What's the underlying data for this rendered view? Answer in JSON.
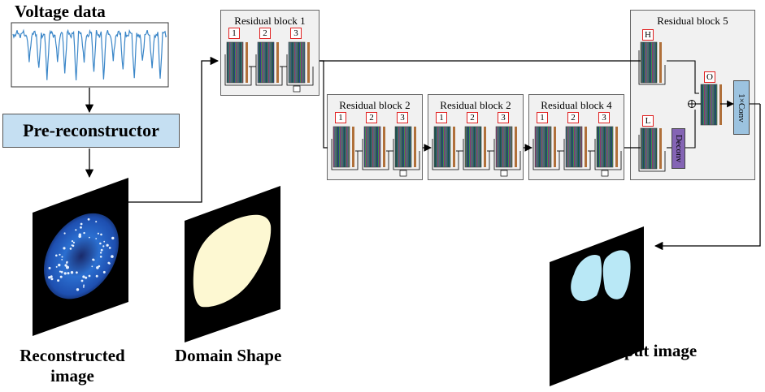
{
  "titles": {
    "voltage": "Voltage data",
    "pre_reconstructor": "Pre-reconstructor",
    "reconstructed_line1": "Reconstructed",
    "reconstructed_line2": "image",
    "domain_shape": "Domain Shape",
    "output_image": "Output image"
  },
  "blocks": {
    "rb1": {
      "title": "Residual block 1",
      "labels": [
        "1",
        "2",
        "3"
      ]
    },
    "rb2a": {
      "title": "Residual block 2",
      "labels": [
        "1",
        "2",
        "3"
      ]
    },
    "rb2b": {
      "title": "Residual block 2",
      "labels": [
        "1",
        "2",
        "3"
      ]
    },
    "rb4": {
      "title": "Residual block 4",
      "labels": [
        "1",
        "2",
        "3"
      ]
    },
    "rb5": {
      "title": "Residual block 5",
      "label_h": "H",
      "label_l": "L",
      "label_o": "O",
      "deconv": "Deconv",
      "conv": "1×Conv"
    }
  },
  "colors": {
    "pre_reconstructor": "#c5dff2",
    "residual_block_bg": "#f1f1f1",
    "label_border": "#e02020",
    "deconv": "#8464b4",
    "conv": "#9cc3e0",
    "signal": "#3a86c8"
  }
}
